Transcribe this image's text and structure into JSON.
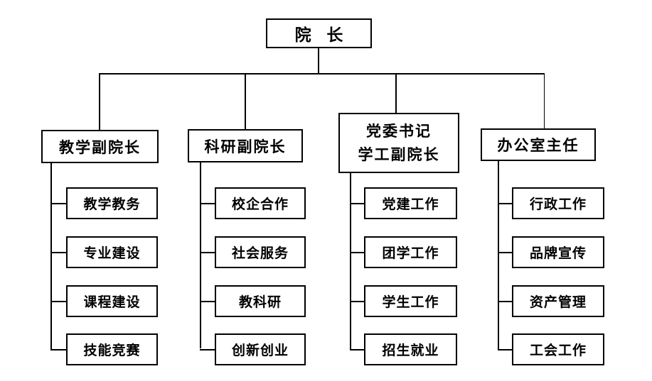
{
  "chart": {
    "type": "org-chart",
    "root": {
      "label": "院 长"
    },
    "branches": [
      {
        "lines": [
          "教学副院长"
        ],
        "children": [
          "教学教务",
          "专业建设",
          "课程建设",
          "技能竞赛"
        ]
      },
      {
        "lines": [
          "科研副院长"
        ],
        "children": [
          "校企合作",
          "社会服务",
          "教科研",
          "创新创业"
        ]
      },
      {
        "lines": [
          "党委书记",
          "学工副院长"
        ],
        "children": [
          "党建工作",
          "团学工作",
          "学生工作",
          "招生就业"
        ]
      },
      {
        "lines": [
          "办公室主任"
        ],
        "children": [
          "行政工作",
          "品牌宣传",
          "资产管理",
          "工会工作"
        ]
      }
    ],
    "colors": {
      "line": "#000000",
      "text": "#000000",
      "box_fill": "#ffffff",
      "background": "#ffffff"
    }
  }
}
